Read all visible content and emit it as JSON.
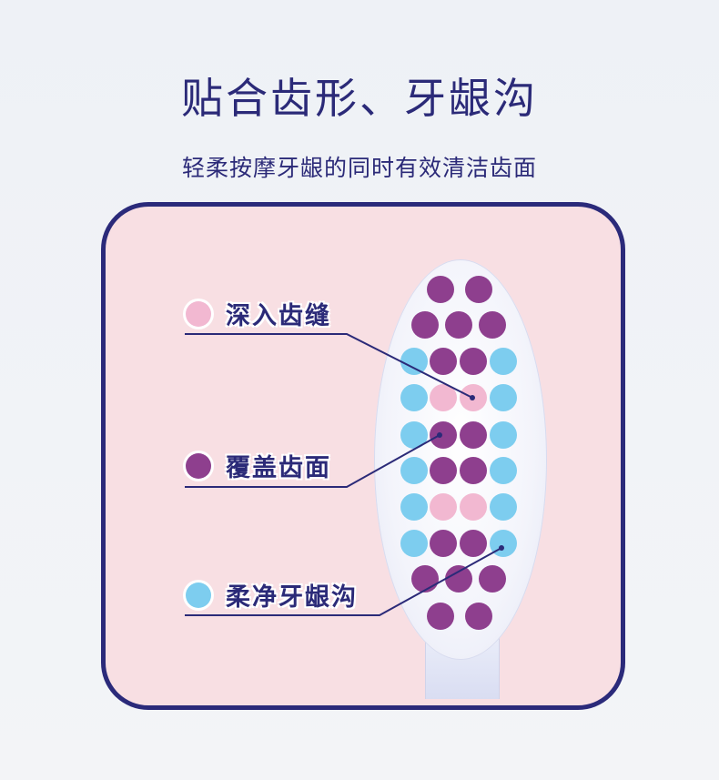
{
  "heading": "贴合齿形、牙龈沟",
  "subheading": "轻柔按摩牙龈的同时有效清洁齿面",
  "legend": [
    {
      "label": "深入齿缝",
      "color": "#f2b8d1",
      "icon": "pink-dot-icon"
    },
    {
      "label": "覆盖齿面",
      "color": "#8e3f8e",
      "icon": "purple-dot-icon"
    },
    {
      "label": "柔净牙龈沟",
      "color": "#7dcdef",
      "icon": "blue-dot-icon"
    }
  ],
  "colors": {
    "navy": "#2b2a78",
    "panel": "#f8dfe3",
    "purple": "#8e3f8e",
    "pink": "#f2b8d1",
    "blue": "#7dcdef"
  },
  "bristle_rows": [
    [
      "purple",
      "purple"
    ],
    [
      "purple",
      "purple",
      "purple"
    ],
    [
      "blue",
      "purple",
      "purple",
      "blue"
    ],
    [
      "blue",
      "pink",
      "pink",
      "blue"
    ],
    [
      "blue",
      "purple",
      "purple",
      "blue"
    ],
    [
      "blue",
      "purple",
      "purple",
      "blue"
    ],
    [
      "blue",
      "pink",
      "pink",
      "blue"
    ],
    [
      "blue",
      "purple",
      "purple",
      "blue"
    ],
    [
      "purple",
      "purple",
      "purple"
    ],
    [
      "purple",
      "purple"
    ]
  ]
}
